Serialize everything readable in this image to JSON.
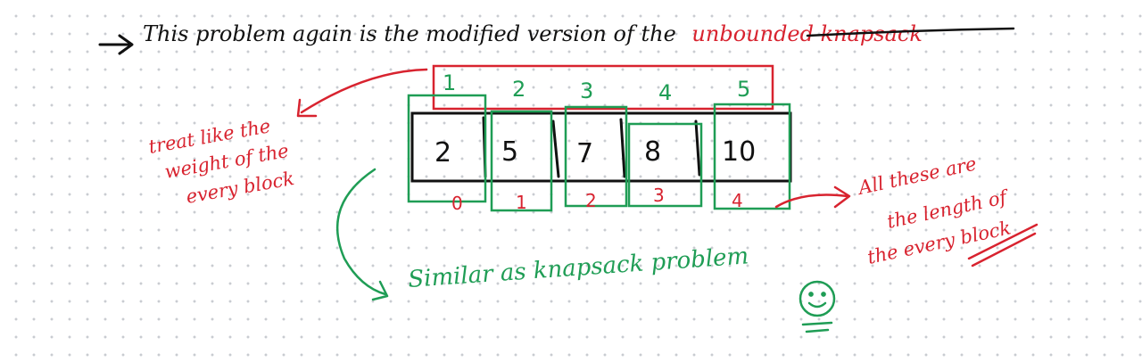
{
  "whiteboard": {
    "heading": "This problem again is the modified version of the unbounded knapsack",
    "heading_part1": "This problem again is the modified version of the",
    "heading_part2": "unbounded knapsack",
    "array_values": [
      "2",
      "5",
      "7",
      "8",
      "10"
    ],
    "top_labels": [
      "1",
      "2",
      "3",
      "4",
      "5"
    ],
    "bottom_indices": [
      "0",
      "1",
      "2",
      "3",
      "4"
    ],
    "left_note": [
      "treat like the",
      "weight of the",
      "every block"
    ],
    "right_note": [
      "All these are",
      "the length of",
      "the every block"
    ],
    "middle_note": "Similar as knapsack problem",
    "colors": {
      "ink": "#111111",
      "red": "#d8232f",
      "green": "#1f9d55"
    },
    "icons": [
      "arrow-right-icon",
      "smiley-icon"
    ]
  }
}
